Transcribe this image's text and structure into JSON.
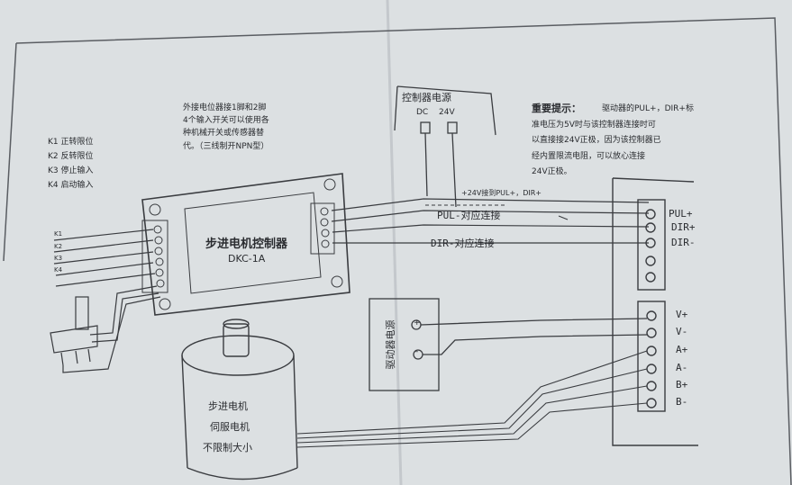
{
  "inputs": [
    "K1 正转限位",
    "K2 反转限位",
    "K3 停止输入",
    "K4 启动输入"
  ],
  "wire_labels": [
    "K1",
    "K2",
    "K3",
    "K4"
  ],
  "external_note": [
    "外接电位器接1脚和2脚",
    "4个输入开关可以使用各",
    "种机械开关或传感器替",
    "代。（三线制开NPN型）"
  ],
  "controller": {
    "name": "步进电机控制器",
    "model": "DKC-1A"
  },
  "power_supply": {
    "title": "控制器电源",
    "dc": "DC",
    "voltage": "24V"
  },
  "notice": {
    "title": "重要提示：",
    "lines": [
      "驱动器的PUL+，DIR+标",
      "准电压为5V时与该控制器连接时可",
      "以直接接24V正极，因为该控制器已",
      "经内置限流电阻，可以放心连接",
      "24V正极。"
    ]
  },
  "connections": {
    "plus24": "+24V接到PUL+，DIR+",
    "pul": "PUL-对应连接",
    "dir": "DIR-对应连接"
  },
  "driver_top_terminals": [
    "PUL+",
    "DIR+",
    "DIR-"
  ],
  "driver_bottom_terminals": [
    "V+",
    "V-",
    "A+",
    "A-",
    "B+",
    "B-"
  ],
  "driver_power": {
    "label": "驱动器电源",
    "plus": "+",
    "minus": "-"
  },
  "motor": {
    "lines": [
      "步进电机",
      "伺服电机",
      "不限制大小"
    ]
  }
}
